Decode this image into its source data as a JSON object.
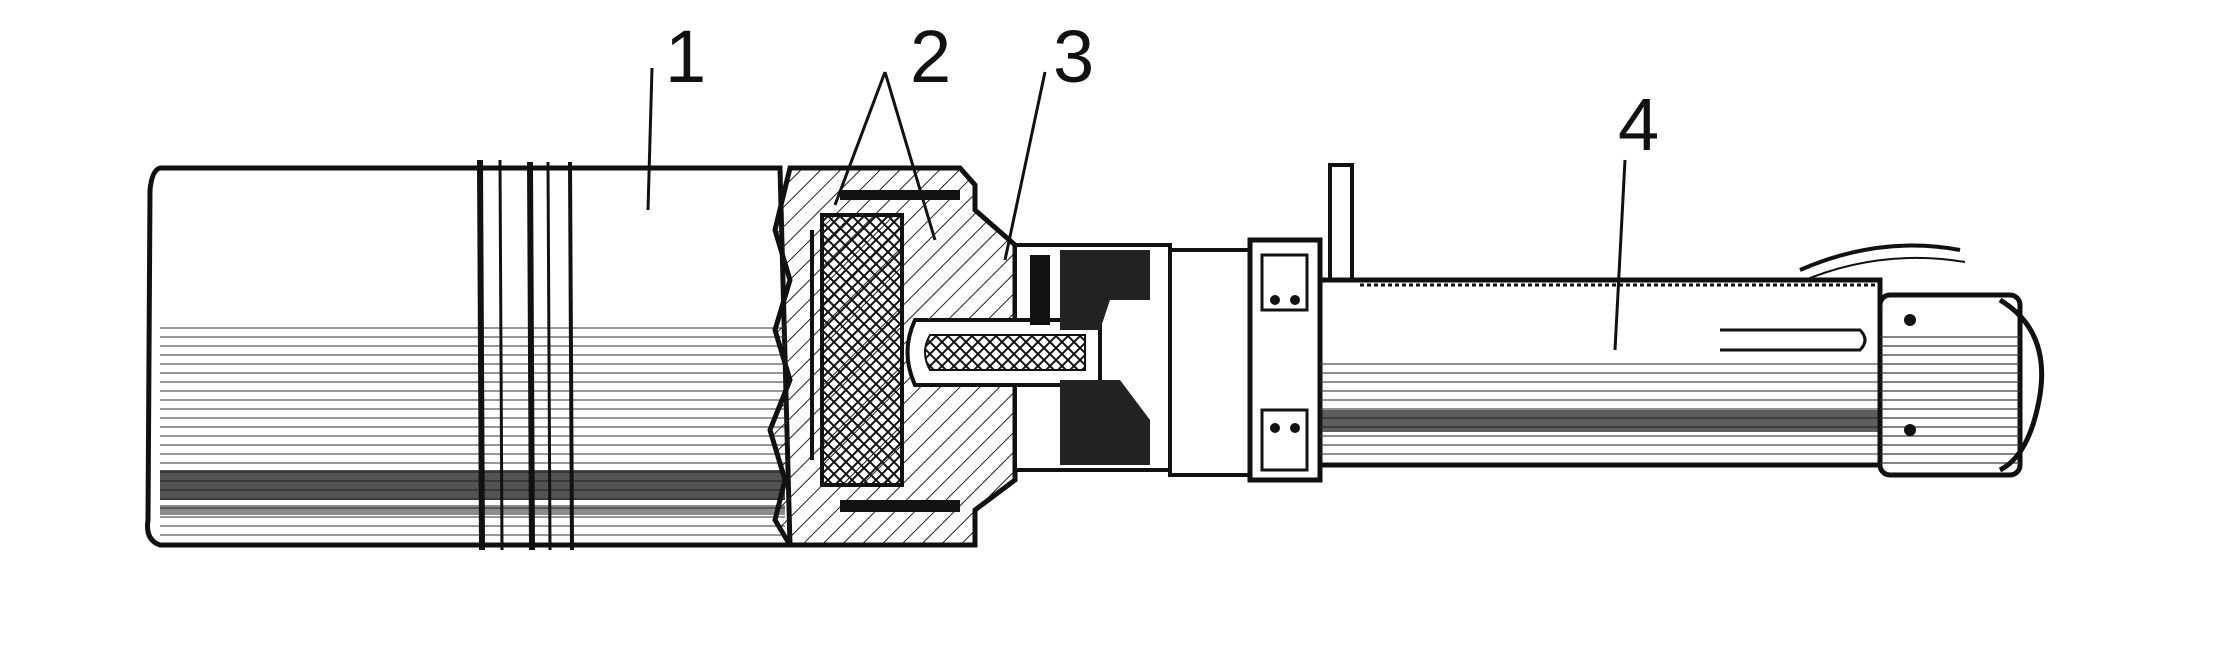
{
  "diagram": {
    "callouts": [
      {
        "id": "1",
        "text": "1"
      },
      {
        "id": "2",
        "text": "2"
      },
      {
        "id": "3",
        "text": "3"
      },
      {
        "id": "4",
        "text": "4"
      }
    ]
  },
  "colors": {
    "ink": "#111111",
    "paper": "#ffffff",
    "hatch": "#222222"
  }
}
